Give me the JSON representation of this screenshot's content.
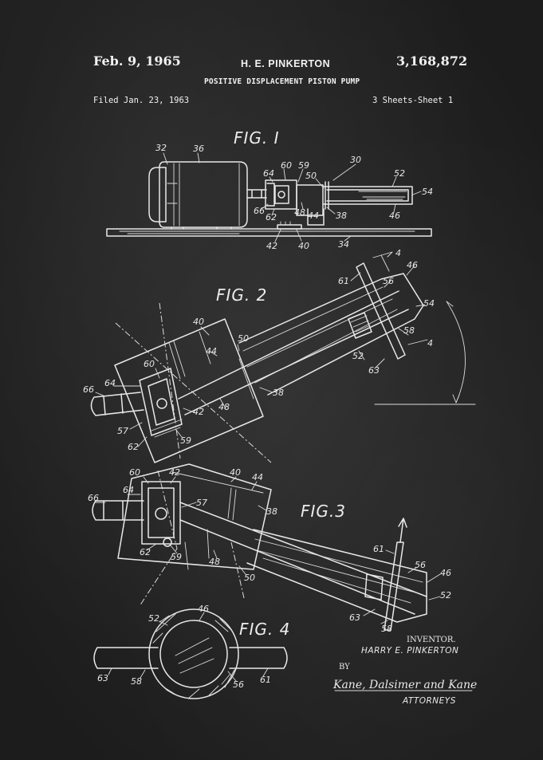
{
  "header": {
    "date": "Feb. 9, 1965",
    "inventor": "H. E. PINKERTON",
    "patent_number": "3,168,872",
    "title": "POSITIVE DISPLACEMENT PISTON PUMP",
    "filed": "Filed Jan. 23, 1963",
    "sheets": "3 Sheets-Sheet 1"
  },
  "figures": {
    "fig1": "FIG. I",
    "fig2": "FIG. 2",
    "fig3": "FIG.3",
    "fig4": "FIG. 4"
  },
  "refs": {
    "fig1": [
      "32",
      "36",
      "64",
      "60",
      "59",
      "50",
      "30",
      "52",
      "54",
      "66",
      "62",
      "48",
      "44",
      "38",
      "46",
      "42",
      "40",
      "34"
    ],
    "fig2": [
      "4",
      "46",
      "61",
      "56",
      "54",
      "40",
      "50",
      "44",
      "58",
      "4",
      "52",
      "60",
      "64",
      "66",
      "42",
      "48",
      "38",
      "63",
      "57",
      "62",
      "59"
    ],
    "fig3": [
      "60",
      "42",
      "40",
      "44",
      "64",
      "66",
      "57",
      "38",
      "62",
      "59",
      "48",
      "50",
      "61",
      "56",
      "46",
      "52",
      "63",
      "58"
    ],
    "fig4": [
      "52",
      "46",
      "63",
      "58",
      "56",
      "61"
    ]
  },
  "signature": {
    "inventor_label": "INVENTOR.",
    "inventor_name": "HARRY E. PINKERTON",
    "by": "BY",
    "firm": "Kane, Dalsimer and Kane",
    "attorneys": "ATTORNEYS"
  },
  "colors": {
    "background": "#222222",
    "ink": "#e8e8e8"
  }
}
